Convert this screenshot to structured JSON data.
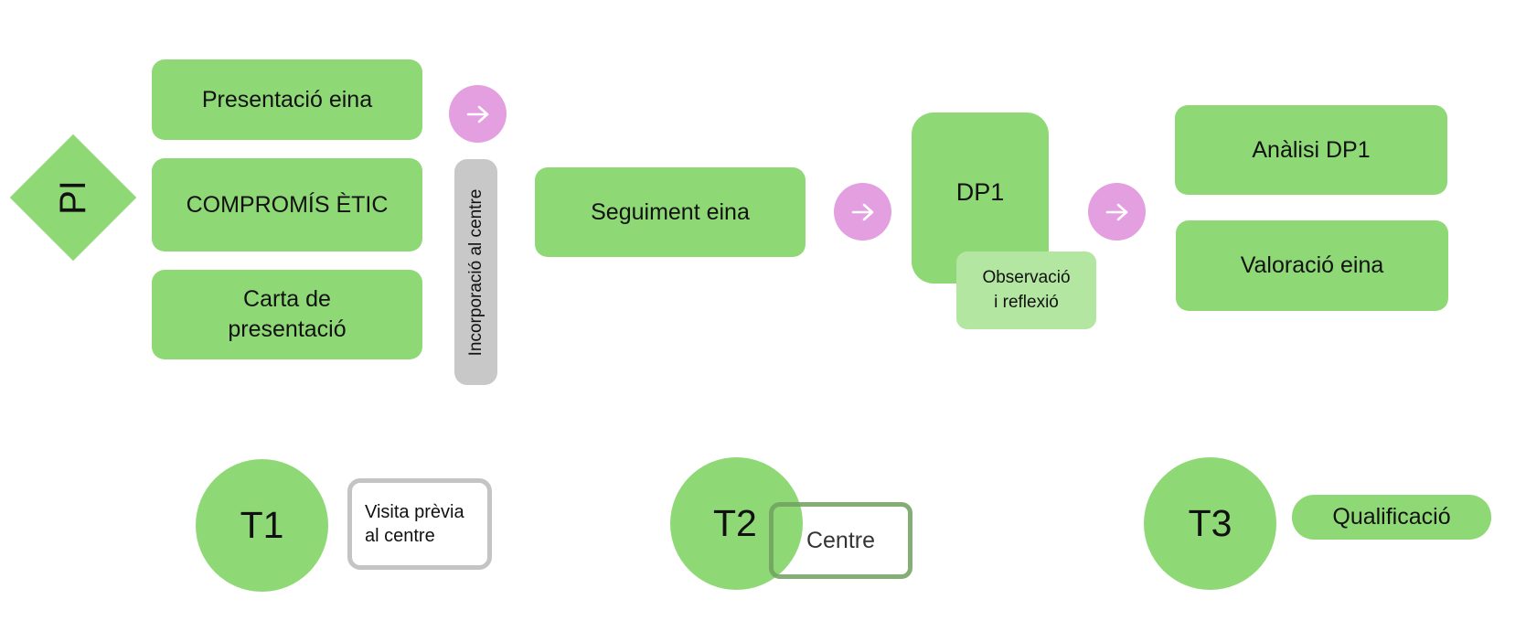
{
  "diagram": {
    "pi_label": "PI",
    "boxes": {
      "presentacio_eina": "Presentació eina",
      "compromis_etic": "COMPROMÍS ÈTIC",
      "carta_line1": "Carta de",
      "carta_line2": "presentació",
      "incorporacio": "Incorporació al centre",
      "seguiment_eina": "Seguiment eina",
      "dp1": "DP1",
      "observacio_line1": "Observació",
      "observacio_line2": "i reflexió",
      "analisi_dp1": "Anàlisi DP1",
      "valoracio_eina": "Valoració eina"
    },
    "arrow_icon": "arrow-right-icon",
    "terms": {
      "t1": "T1",
      "t1_note_line1": "Visita prèvia",
      "t1_note_line2": "al centre",
      "t2": "T2",
      "t2_note": "Centre",
      "t3": "T3",
      "t3_note": "Qualificació"
    },
    "colors": {
      "green": "#8ed975",
      "light_green": "#b3e6a0",
      "pink": "#e39fdf",
      "grey": "#c8c8c8"
    }
  }
}
